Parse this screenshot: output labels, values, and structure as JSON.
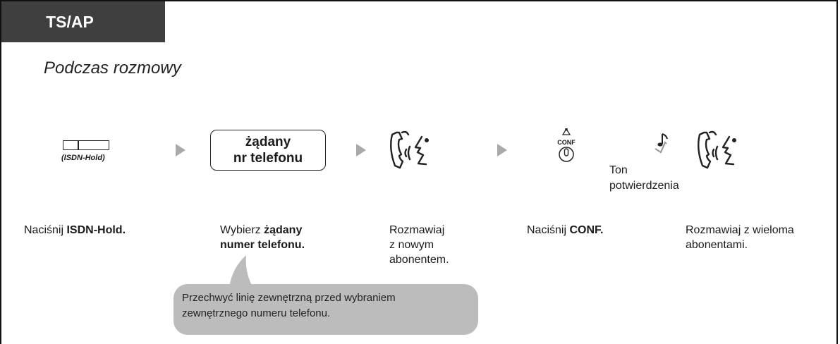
{
  "header": {
    "tab_label": "TS/AP",
    "subtitle": "Podczas rozmowy"
  },
  "steps": {
    "isdn": {
      "caption": "(ISDN-Hold)",
      "text_prefix": "Naciśnij ",
      "text_bold": "ISDN-Hold."
    },
    "dial": {
      "box_line1": "żądany",
      "box_line2": "nr telefonu",
      "text_line1_prefix": "Wybierz ",
      "text_line1_bold": "żądany",
      "text_line2_bold": "numer telefonu."
    },
    "talk_new": {
      "line1": "Rozmawiaj",
      "line2": "z nowym",
      "line3": "abonentem."
    },
    "conf": {
      "button_label": "CONF",
      "text_prefix": "Naciśnij ",
      "text_bold": "CONF."
    },
    "tone": {
      "line1": "Ton",
      "line2": "potwierdzenia"
    },
    "talk_many": {
      "line1": "Rozmawiaj z wieloma",
      "line2": "abonentami."
    }
  },
  "callout": {
    "line1": "Przechwyć linię zewnętrzną przed wybraniem",
    "line2": "zewnętrznego numeru telefonu."
  },
  "colors": {
    "tab_bg": "#3f3f3f",
    "arrow": "#a9a9a9",
    "callout_bg": "#bcbcbc"
  },
  "icons": [
    "isdn-key-icon",
    "handset-talk-icon",
    "conf-button-icon",
    "music-note-icon"
  ]
}
